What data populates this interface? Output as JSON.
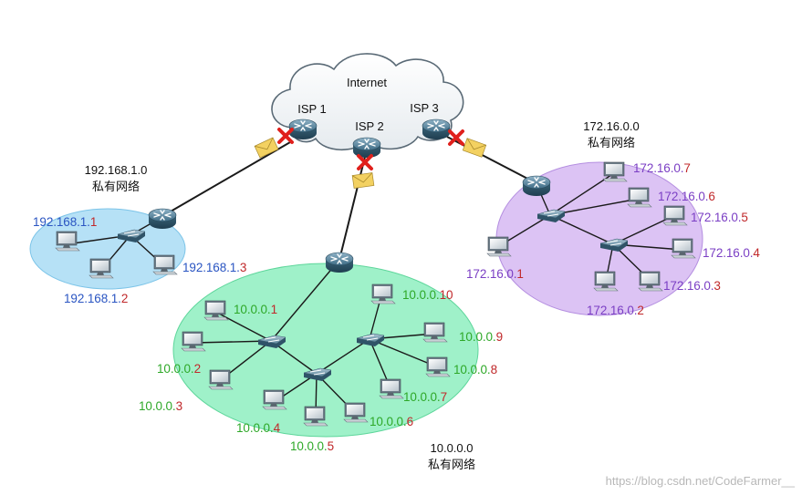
{
  "cloud": {
    "label": "Internet"
  },
  "isps": [
    {
      "label": "ISP 1"
    },
    {
      "label": "ISP 2"
    },
    {
      "label": "ISP 3"
    }
  ],
  "networks": [
    {
      "address": "192.168.1.0",
      "type": "私有网络",
      "color": "#a9dcf5"
    },
    {
      "address": "10.0.0.0",
      "type": "私有网络",
      "color": "#8eeec0"
    },
    {
      "address": "172.16.0.0",
      "type": "私有网络",
      "color": "#d6b8f2"
    }
  ],
  "hosts": {
    "h192_1": {
      "prefix": "192.168.1.",
      "suffix": "1"
    },
    "h192_2": {
      "prefix": "192.168.1.",
      "suffix": "2"
    },
    "h192_3": {
      "prefix": "192.168.1.",
      "suffix": "3"
    },
    "h10_1": {
      "prefix": "10.0.0.",
      "suffix": "1"
    },
    "h10_2": {
      "prefix": "10.0.0.",
      "suffix": "2"
    },
    "h10_3": {
      "prefix": "10.0.0.",
      "suffix": "3"
    },
    "h10_4": {
      "prefix": "10.0.0.",
      "suffix": "4"
    },
    "h10_5": {
      "prefix": "10.0.0.",
      "suffix": "5"
    },
    "h10_6": {
      "prefix": "10.0.0.",
      "suffix": "6"
    },
    "h10_7": {
      "prefix": "10.0.0.",
      "suffix": "7"
    },
    "h10_8": {
      "prefix": "10.0.0.",
      "suffix": "8"
    },
    "h10_9": {
      "prefix": "10.0.0.",
      "suffix": "9"
    },
    "h10_10": {
      "prefix": "10.0.0.",
      "suffix": "10"
    },
    "h172_1": {
      "prefix": "172.16.0.",
      "suffix": "1"
    },
    "h172_2": {
      "prefix": "172.16.0.",
      "suffix": "2"
    },
    "h172_3": {
      "prefix": "172.16.0.",
      "suffix": "3"
    },
    "h172_4": {
      "prefix": "172.16.0.",
      "suffix": "4"
    },
    "h172_5": {
      "prefix": "172.16.0.",
      "suffix": "5"
    },
    "h172_6": {
      "prefix": "172.16.0.",
      "suffix": "6"
    },
    "h172_7": {
      "prefix": "172.16.0.",
      "suffix": "7"
    }
  },
  "colors": {
    "prefix_192": "#2a55c2",
    "prefix_10": "#2ea828",
    "prefix_172": "#7b3fc4",
    "suffix": "#c0282a",
    "blocked_x": "#e0201c",
    "envelope": "#f3d161"
  },
  "icons": {
    "router": "router-icon",
    "switch": "switch-icon",
    "pc": "pc-icon",
    "envelope": "envelope-icon",
    "blocked": "x-mark-icon",
    "cloud": "cloud-icon"
  },
  "watermark": "https://blog.csdn.net/CodeFarmer__"
}
